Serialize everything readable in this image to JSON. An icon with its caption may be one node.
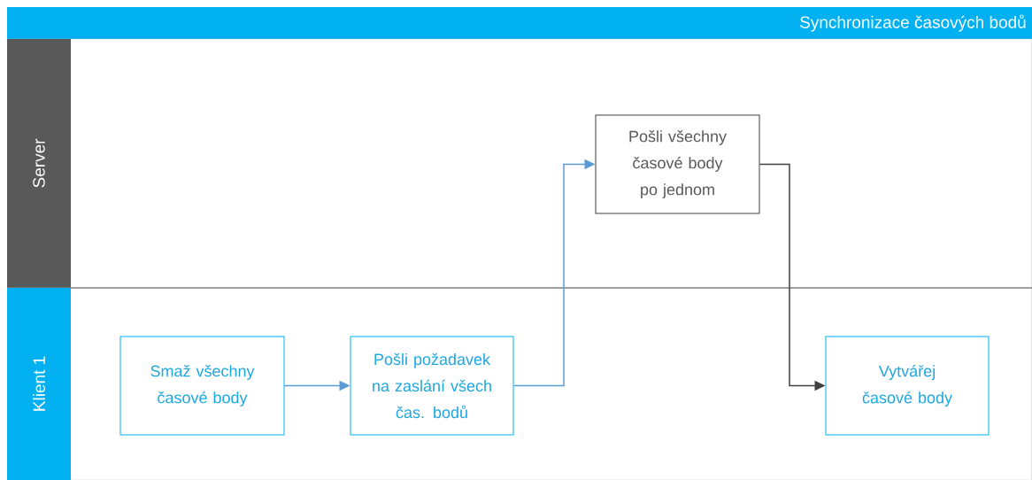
{
  "diagram": {
    "title": "Synchronizace časových bodů",
    "nodes": [
      {
        "text": [
          "Server"
        ]
      },
      {
        "text": [
          "Pošli všechny časové body po jednom"
        ],
        "in": 0
      },
      {
        "text": [
          "Klient 1"
        ]
      },
      {
        "text": [
          "Smaž všechny časové body"
        ],
        "in": 2
      },
      {
        "text": [
          "Pošli požadavek na zaslání všech čas. bodů"
        ],
        "in": 2
      },
      {
        "text": [
          "Vytvářej časové body"
        ],
        "in": 2
      }
    ],
    "edges": [
      {
        "from": 3,
        "to": 4,
        "arrow": "to"
      },
      {
        "from": 4,
        "to": 1,
        "arrow": "to"
      },
      {
        "from": 1,
        "to": 5,
        "arrow": "to",
        "color": "#404040"
      }
    ]
  }
}
